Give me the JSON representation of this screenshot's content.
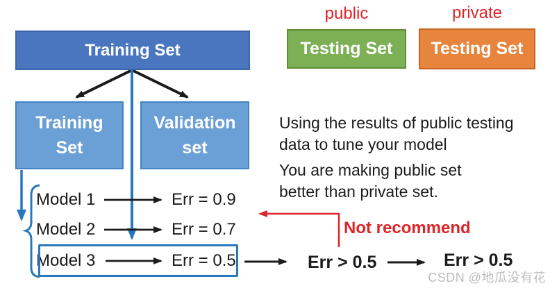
{
  "colors": {
    "dark_blue_box": "#4A76C0",
    "light_blue_box": "#6BA0D6",
    "green_box": "#7DB055",
    "orange_box": "#E7853E",
    "accent_blue": "#2878BE",
    "red": "#DD2429",
    "text_black": "#1B1B1B",
    "watermark_gray": "#BDBDBD"
  },
  "header": {
    "public_label": "public",
    "private_label": "private"
  },
  "boxes": {
    "training_top": "Training Set",
    "training_sub": "Training Set",
    "validation": "Validation set",
    "testing_public": "Testing Set",
    "testing_private": "Testing Set"
  },
  "note": {
    "line1": "Using the results of public testing",
    "line2": "data to tune your model",
    "line3": "You are making public set",
    "line4": "better than private set."
  },
  "models": [
    {
      "label": "Model 1",
      "err": "Err = 0.9"
    },
    {
      "label": "Model 2",
      "err": "Err = 0.7"
    },
    {
      "label": "Model 3",
      "err": "Err = 0.5"
    }
  ],
  "flow": {
    "not_recommend": "Not recommend",
    "err_after_public": "Err > 0.5",
    "err_after_private": "Err > 0.5"
  },
  "watermark": "CSDN @地瓜没有花"
}
